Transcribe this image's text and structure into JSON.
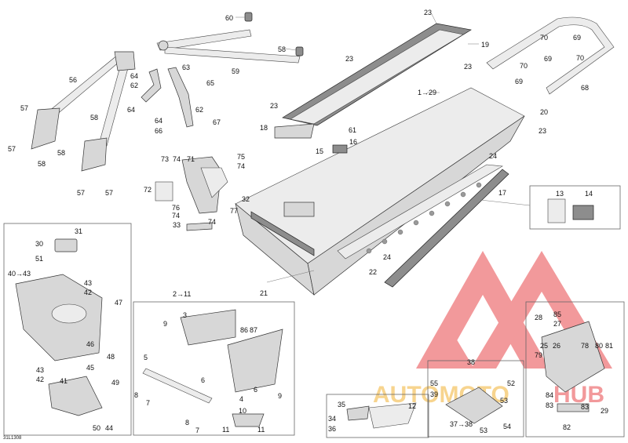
{
  "diagram_code": "31L1308",
  "watermark": {
    "brand_a": "AUTOMOTO",
    "brand_b": "HUB",
    "accent": "#e8474a",
    "gold": "#f2b233"
  },
  "labels": {
    "c1": "60",
    "c2": "59",
    "c3": "58",
    "c4": "56",
    "c5": "57",
    "c6": "57",
    "c7": "58",
    "c8": "58",
    "c9": "58",
    "c10": "57",
    "c11": "57",
    "c12": "64",
    "c13": "62",
    "c14": "64",
    "c15": "63",
    "c16": "65",
    "c17": "62",
    "c18": "64",
    "c19": "66",
    "c20": "67",
    "c21": "73",
    "c22": "74",
    "c23": "71",
    "c24": "72",
    "c25": "75",
    "c26": "74",
    "c27": "76",
    "c28": "74",
    "c29": "77",
    "c30": "33",
    "c31": "74",
    "c32": "23",
    "c33": "19",
    "c34": "23",
    "c35": "23",
    "c36": "23",
    "c37": "1→29",
    "c38": "61",
    "c39": "18",
    "c40": "16",
    "c41": "15",
    "c42": "70",
    "c43": "69",
    "c44": "70",
    "c45": "69",
    "c46": "70",
    "c47": "69",
    "c48": "68",
    "c49": "20",
    "c50": "23",
    "c51": "32",
    "c52": "24",
    "c53": "17",
    "c54": "24",
    "c55": "22",
    "c56": "21",
    "c57": "13",
    "c58": "14",
    "c59": "31",
    "c60": "30",
    "c61": "51",
    "c62": "40→43",
    "c63": "43",
    "c64": "42",
    "c65": "47",
    "c66": "46",
    "c67": "48",
    "c68": "45",
    "c69": "43",
    "c70": "42",
    "c71": "41",
    "c72": "49",
    "c73": "50",
    "c74": "44",
    "c75": "2→11",
    "c76": "3",
    "c77": "9",
    "c78": "86",
    "c79": "87",
    "c80": "5",
    "c81": "6",
    "c82": "8",
    "c83": "7",
    "c84": "4",
    "c85": "6",
    "c86": "9",
    "c87": "10",
    "c88": "8",
    "c89": "7",
    "c90": "11",
    "c91": "11",
    "c92": "35",
    "c93": "12",
    "c94": "34",
    "c95": "36",
    "c96": "38",
    "c97": "55",
    "c98": "52",
    "c99": "39",
    "c100": "53",
    "c101": "37→38",
    "c102": "53",
    "c103": "54",
    "c104": "28",
    "c105": "85",
    "c106": "27",
    "c107": "25",
    "c108": "26",
    "c109": "78",
    "c110": "80",
    "c111": "81",
    "c112": "79",
    "c113": "84",
    "c114": "83",
    "c115": "83",
    "c116": "29",
    "c117": "82"
  }
}
